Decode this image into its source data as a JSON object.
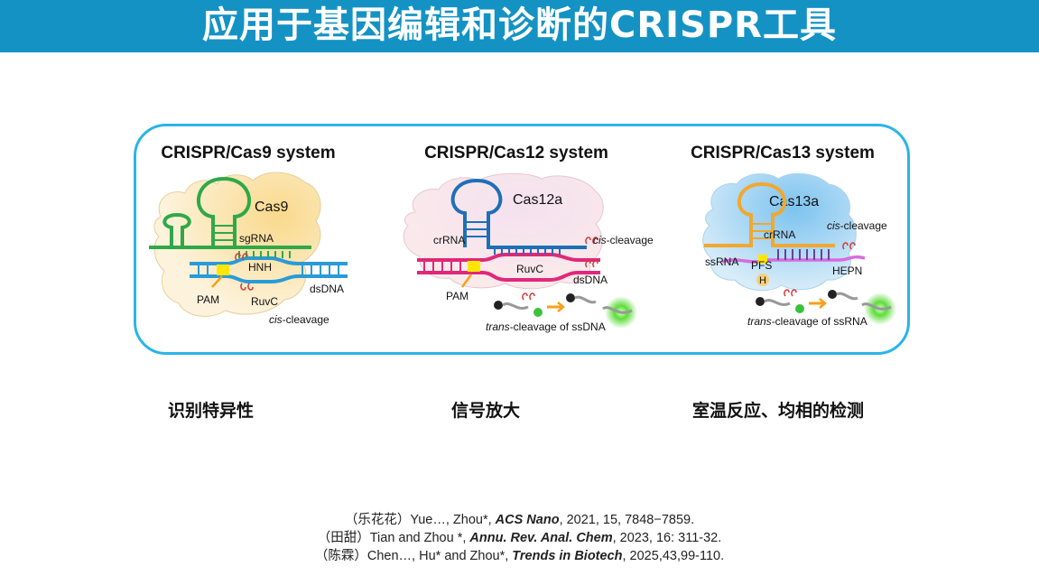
{
  "header": {
    "title": "应用于基因编辑和诊断的CRISPR工具"
  },
  "systems": [
    {
      "heading": "CRISPR/Cas9 system",
      "protein": "Cas9",
      "labels": {
        "sgrna": "sgRNA",
        "hnh": "HNH",
        "pam": "PAM",
        "ruvc": "RuvC",
        "dsdna": "dsDNA",
        "cis_italic": "cis",
        "cis_rest": "-cleavage"
      },
      "caption": "识别特异性"
    },
    {
      "heading": "CRISPR/Cas12 system",
      "protein": "Cas12a",
      "labels": {
        "crrna": "crRNA",
        "cis_italic": "cis",
        "cis_rest": "-cleavage",
        "ruvc": "RuvC",
        "dsdna": "dsDNA",
        "pam": "PAM",
        "trans_italic": "trans",
        "trans_rest": "-cleavage of ssDNA"
      },
      "caption": "信号放大"
    },
    {
      "heading": "CRISPR/Cas13 system",
      "protein": "Cas13a",
      "labels": {
        "cis_italic": "cis",
        "cis_rest": "-cleavage",
        "crrna": "crRNA",
        "ssrna": "ssRNA",
        "pfs": "PFS",
        "h": "H",
        "hepn": "HEPN",
        "trans_italic": "trans",
        "trans_rest": "-cleavage of ssRNA"
      },
      "caption": "室温反应、均相的检测"
    }
  ],
  "references": [
    {
      "prefix": "（乐花花）Yue…, Zhou*, ",
      "journal": "ACS Nano",
      "suffix": ", 2021, 15, 7848−7859."
    },
    {
      "prefix": "（田甜）Tian and Zhou *, ",
      "journal": "Annu. Rev. Anal. Chem",
      "suffix": ", 2023, 16: 311-32."
    },
    {
      "prefix": "（陈霖）Chen…, Hu* and Zhou*, ",
      "journal": "Trends in Biotech",
      "suffix": ", 2025,43,99-110."
    }
  ],
  "colors": {
    "header_bg": "#1592c4",
    "panel_border": "#2ab4ea",
    "cas9_rna": "#2fa84a",
    "dna_blue": "#2a9ad8",
    "cas12_rna": "#1f6fb7",
    "cas12_dna": "#e0287a",
    "cas13_rna": "#f0a830",
    "cas13_target": "#d76ae0",
    "signal_green": "#5fdc3c"
  }
}
